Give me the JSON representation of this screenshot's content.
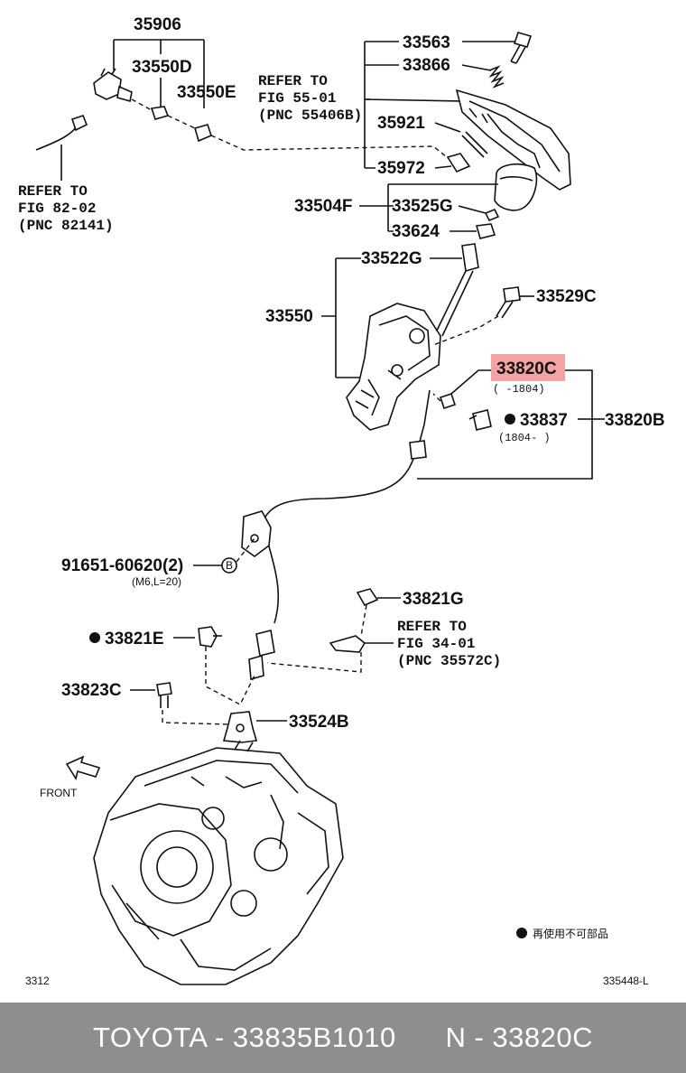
{
  "labels": {
    "p35906": "35906",
    "p33550D": "33550D",
    "p33550E": "33550E",
    "p33563": "33563",
    "p33866": "33866",
    "p35921": "35921",
    "p35972": "35972",
    "p33504F": "33504F",
    "p33525G": "33525G",
    "p33624": "33624",
    "p33522G": "33522G",
    "p33529C": "33529C",
    "p33550": "33550",
    "p33820C": "33820C",
    "p33820C_note": "(      -1804)",
    "p33837": "33837",
    "p33837_note": "(1804-      )",
    "p33820B": "33820B",
    "p91651": "91651-60620(2)",
    "p91651_note": "(M6,L=20)",
    "p33821G": "33821G",
    "p33821E": "33821E",
    "p33823C": "33823C",
    "p33524B": "33524B",
    "circle_b": "B"
  },
  "refs": {
    "ref1": [
      "REFER TO",
      "FIG 55-01",
      "(PNC 55406B)"
    ],
    "ref2": [
      "REFER TO",
      "FIG 82-02",
      "(PNC 82141)"
    ],
    "ref3": [
      "REFER TO",
      "FIG 34-01",
      "(PNC 35572C)"
    ]
  },
  "front_label": "FRONT",
  "legend_text": "再使用不可部品",
  "fig_number": "3312",
  "drawing_id": "335448-L",
  "footer": "TOYOTA - 33835B1010      N - 33820C",
  "colors": {
    "highlight": "#f4a3a3",
    "footer_bg": "#8e8e8e",
    "ink": "#111111"
  }
}
